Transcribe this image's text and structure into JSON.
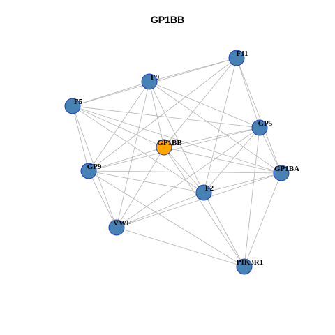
{
  "title": "GP1BB",
  "colors": {
    "node_default": "#4682b4",
    "node_highlight": "#ffa500",
    "node_border": "#1f3fbf",
    "edge": "#b3b3b3"
  },
  "nodes": [
    {
      "id": "F11",
      "label": "F11",
      "highlight": false
    },
    {
      "id": "F9",
      "label": "F9",
      "highlight": false
    },
    {
      "id": "F5",
      "label": "F5",
      "highlight": false
    },
    {
      "id": "GP5",
      "label": "GP5",
      "highlight": false
    },
    {
      "id": "GP1BB",
      "label": "GP1BB",
      "highlight": true
    },
    {
      "id": "GP9",
      "label": "GP9",
      "highlight": false
    },
    {
      "id": "GP1BA",
      "label": "GP1BA",
      "highlight": false
    },
    {
      "id": "F2",
      "label": "F2",
      "highlight": false
    },
    {
      "id": "VWF",
      "label": "VWF",
      "highlight": false
    },
    {
      "id": "PIK3R1",
      "label": "PIK3R1",
      "highlight": false
    }
  ],
  "edges": [
    [
      "F11",
      "F9"
    ],
    [
      "F11",
      "F5"
    ],
    [
      "F11",
      "GP5"
    ],
    [
      "F11",
      "GP1BA"
    ],
    [
      "F11",
      "GP1BB"
    ],
    [
      "F11",
      "GP9"
    ],
    [
      "F11",
      "F2"
    ],
    [
      "F9",
      "F5"
    ],
    [
      "F9",
      "GP5"
    ],
    [
      "F9",
      "GP1BB"
    ],
    [
      "F9",
      "GP9"
    ],
    [
      "F9",
      "GP1BA"
    ],
    [
      "F9",
      "F2"
    ],
    [
      "F9",
      "VWF"
    ],
    [
      "F5",
      "GP5"
    ],
    [
      "F5",
      "GP1BB"
    ],
    [
      "F5",
      "GP9"
    ],
    [
      "F5",
      "F2"
    ],
    [
      "F5",
      "VWF"
    ],
    [
      "F5",
      "GP1BA"
    ],
    [
      "GP5",
      "GP1BB"
    ],
    [
      "GP5",
      "GP9"
    ],
    [
      "GP5",
      "GP1BA"
    ],
    [
      "GP5",
      "F2"
    ],
    [
      "GP5",
      "VWF"
    ],
    [
      "GP5",
      "PIK3R1"
    ],
    [
      "GP1BB",
      "GP9"
    ],
    [
      "GP1BB",
      "GP1BA"
    ],
    [
      "GP1BB",
      "F2"
    ],
    [
      "GP1BB",
      "VWF"
    ],
    [
      "GP1BB",
      "PIK3R1"
    ],
    [
      "GP9",
      "GP1BA"
    ],
    [
      "GP9",
      "F2"
    ],
    [
      "GP9",
      "VWF"
    ],
    [
      "GP9",
      "PIK3R1"
    ],
    [
      "GP1BA",
      "F2"
    ],
    [
      "GP1BA",
      "VWF"
    ],
    [
      "GP1BA",
      "PIK3R1"
    ],
    [
      "F2",
      "VWF"
    ],
    [
      "F2",
      "PIK3R1"
    ],
    [
      "VWF",
      "PIK3R1"
    ]
  ]
}
